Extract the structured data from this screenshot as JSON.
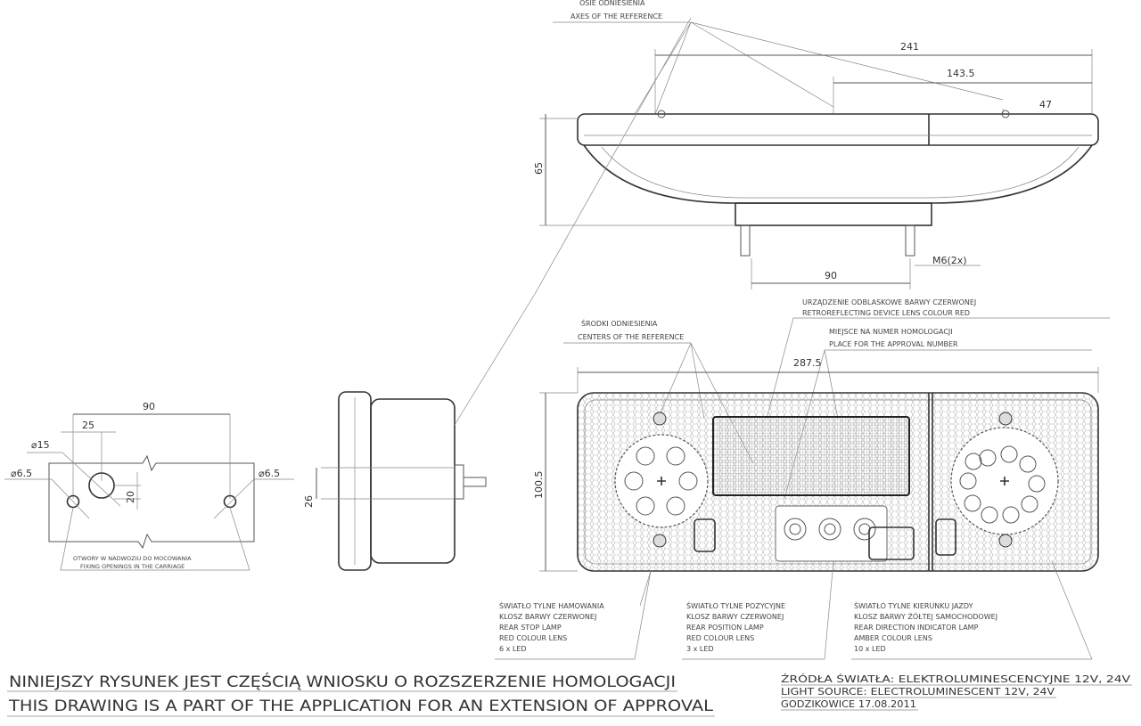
{
  "top_view": {
    "axes_label_pl": "OSIE ODNIESIENIA",
    "axes_label_en": "AXES OF THE REFERENCE",
    "dim_overall_axes": "241",
    "dim_mid_axes": "143.5",
    "dim_right_axes": "47",
    "dim_height": "65",
    "dim_studs": "90",
    "stud_thread": "M6(2x)"
  },
  "front_view": {
    "centers_label_pl": "ŚRODKI ODNIESIENIA",
    "centers_label_en": "CENTERS OF THE REFERENCE",
    "retro_label_pl": "URZĄDZENIE ODBLASKOWE BARWY CZERWONEJ",
    "retro_label_en": "RETROREFLECTING DEVICE LENS COLOUR RED",
    "approval_label_pl": "MIEJSCE NA NUMER HOMOLOGACJI",
    "approval_label_en": "PLACE FOR THE APPROVAL NUMBER",
    "dim_width": "287.5",
    "dim_height": "100.5"
  },
  "side_view": {
    "dim_stud": "26"
  },
  "mounting": {
    "dim_spacing": "90",
    "dim_offset": "25",
    "dim_big_hole": "⌀15",
    "dim_vertical": "20",
    "dim_hole_left": "⌀6.5",
    "dim_hole_right": "⌀6.5",
    "caption_pl": "OTWORY W NADWOZIU DO MOCOWANIA",
    "caption_en": "FIXING OPENINGS IN THE CARRIAGE"
  },
  "lamp_notes": [
    {
      "lines": [
        "ŚWIATŁO TYLNE HAMOWANIA",
        "KLOSZ BARWY CZERWONEJ",
        "REAR STOP LAMP",
        "RED COLOUR LENS",
        "6 x LED"
      ]
    },
    {
      "lines": [
        "ŚWIATŁO TYLNE POZYCYJNE",
        "KLOSZ BARWY CZERWONEJ",
        "REAR POSITION  LAMP",
        "RED COLOUR LENS",
        "3 x LED"
      ]
    },
    {
      "lines": [
        "ŚWIATŁO TYLNE KIERUNKU JAZDY",
        "KLOSZ BARWY ŻÓŁTEJ SAMOCHODOWEJ",
        "REAR DIRECTION INDICATOR LAMP",
        "AMBER COLOUR LENS",
        "10 x LED"
      ]
    }
  ],
  "footer": {
    "statement_pl": "NINIEJSZY RYSUNEK JEST CZĘŚCIĄ WNIOSKU O ROZSZERZENIE HOMOLOGACJI",
    "statement_en": "THIS DRAWING IS A PART OF THE APPLICATION FOR AN EXTENSION OF APPROVAL",
    "source_pl": "ŹRÓDŁA ŚWIATŁA: ELEKTROLUMINESCENCYJNE  12V, 24V",
    "source_en": "LIGHT SOURCE: ELECTROLUMINESCENT  12V, 24V",
    "place_date": "GODZIKOWICE 17.08.2011"
  }
}
